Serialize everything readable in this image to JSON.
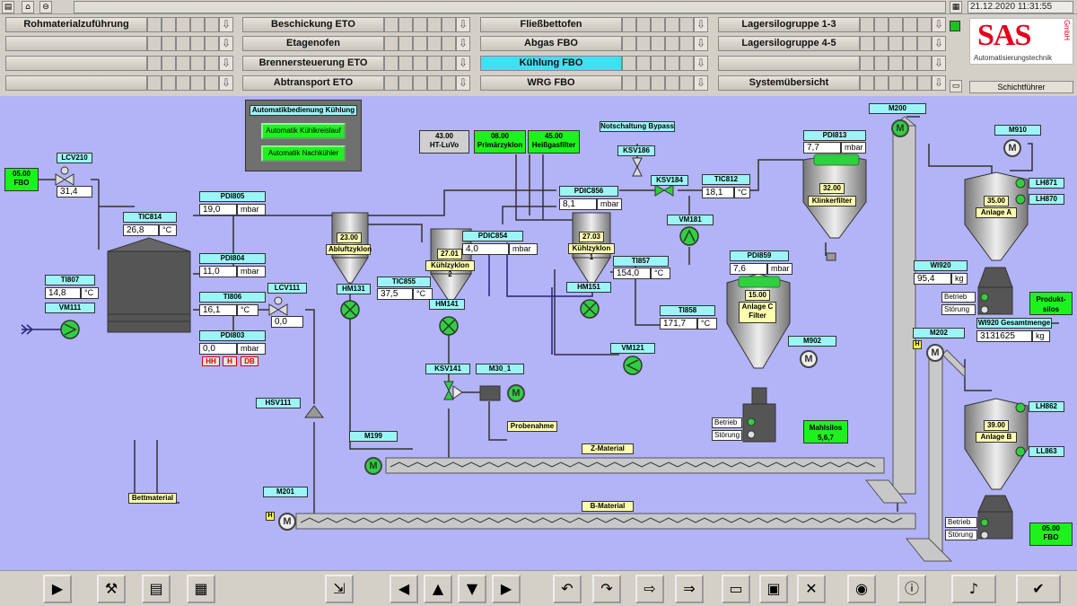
{
  "toolbar": {
    "datetime": "21.12.2020 11:31:55"
  },
  "nav": {
    "col1": [
      "Rohmaterialzuführung",
      "",
      "",
      ""
    ],
    "col2": [
      "Beschickung ETO",
      "Etagenofen",
      "Brennersteuerung ETO",
      "Abtransport ETO"
    ],
    "col3": [
      "Fließbettofen",
      "Abgas FBO",
      "Kühlung FBO",
      "WRG FBO"
    ],
    "col4": [
      "Lagersilogruppe 1-3",
      "Lagersilogruppe 4-5",
      "",
      "Systemübersicht"
    ]
  },
  "brand": {
    "logo": "SAS",
    "gmbh": "GmbH",
    "sub": "Automatisierungstechnik"
  },
  "schicht": "Schichtführer",
  "panel": {
    "title": "Automatikbedienung Kühlung",
    "btn1": "Automatik Kühlkreislauf",
    "btn2": "Automatik Nachkühler"
  },
  "p": {
    "LCV210": "LCV210",
    "LCV210v": "31,4",
    "fbo_in": "05.00",
    "fbo_in_l": "FBO",
    "TIC814": "TIC814",
    "TIC814v": "26,8",
    "TIC814u": "°C",
    "PDI805": "PDI805",
    "PDI805v": "19,0",
    "PDI805u": "mbar",
    "PDI804": "PDI804",
    "PDI804v": "11,0",
    "PDI804u": "mbar",
    "TI806": "TI806",
    "TI806v": "16,1",
    "TI806u": "°C",
    "PDI803": "PDI803",
    "PDI803v": "0,0",
    "PDI803u": "mbar",
    "TI807": "TI807",
    "TI807v": "14,8",
    "TI807u": "°C",
    "VM111": "VM111",
    "LCV111": "LCV111",
    "LCV111v": "0,0",
    "al1": "HH",
    "al2": "H",
    "al3": "DB",
    "HSV111": "HSV111",
    "Bett": "Bettmaterial",
    "M201": "M201",
    "M199": "M199",
    "HM131": "HM131",
    "abluft_no": "23.00",
    "abluft": "Abluftzyklon",
    "TIC855": "TIC855",
    "TIC855v": "37,5",
    "TIC855u": "°C",
    "k2_no": "27.01",
    "k2": "Kühlzyklon 2",
    "HM141": "HM141",
    "KSV141": "KSV141",
    "M30": "M30_1",
    "Probe": "Probenahme",
    "PDIC854": "PDIC854",
    "PDIC854v": "4,0",
    "PDIC854u": "mbar",
    "luvo_no": "43.00",
    "luvo": "HT-LuVo",
    "prim_no": "08.00",
    "prim": "Primärzyklon",
    "heiss_no": "45.00",
    "heiss": "Heißgasfilter",
    "PDIC856": "PDIC856",
    "PDIC856v": "8,1",
    "PDIC856u": "mbar",
    "k1_no": "27.03",
    "k1": "Kühlzyklon 1",
    "HM151": "HM151",
    "TI857": "TI857",
    "TI857v": "154,0",
    "TI857u": "°C",
    "TI858": "TI858",
    "TI858v": "171,7",
    "TI858u": "°C",
    "VM121": "VM121",
    "bypass": "Notschaltung Bypass",
    "KSV186": "KSV186",
    "KSV184": "KSV184",
    "TIC812": "TIC812",
    "TIC812v": "18,1",
    "TIC812u": "°C",
    "VM181": "VM181",
    "PDI813": "PDI813",
    "PDI813v": "7,7",
    "PDI813u": "mbar",
    "kf_no": "32.00",
    "kf": "Klinkerfilter",
    "PDI859": "PDI859",
    "PDI859v": "7,6",
    "PDI859u": "mbar",
    "acf_no": "15.00",
    "acf": "Anlage C\nFilter",
    "M902": "M902",
    "betrieb": "Betrieb",
    "stoerung": "Störung",
    "mahl": "Mahlsilos\n5,6,7",
    "zmat": "Z-Material",
    "bmat": "B-Material",
    "M200": "M200",
    "M202": "M202",
    "M910": "M910",
    "LH871": "LH871",
    "LH870": "LH870",
    "aa_no": "35.00",
    "aa": "Anlage A",
    "WI920": "WI920",
    "WI920v": "95,4",
    "WI920u": "kg",
    "prod": "Produkt-\nsilos",
    "WI920g": "WI920 Gesamtmenge",
    "WI920gv": "3131625",
    "WI920gu": "kg",
    "LH862": "LH862",
    "LL863": "LL863",
    "ab_no": "39.00",
    "ab": "Anlage B",
    "fbo_out": "05.00",
    "fbo_out_l": "FBO",
    "M": "M",
    "H": "H"
  }
}
